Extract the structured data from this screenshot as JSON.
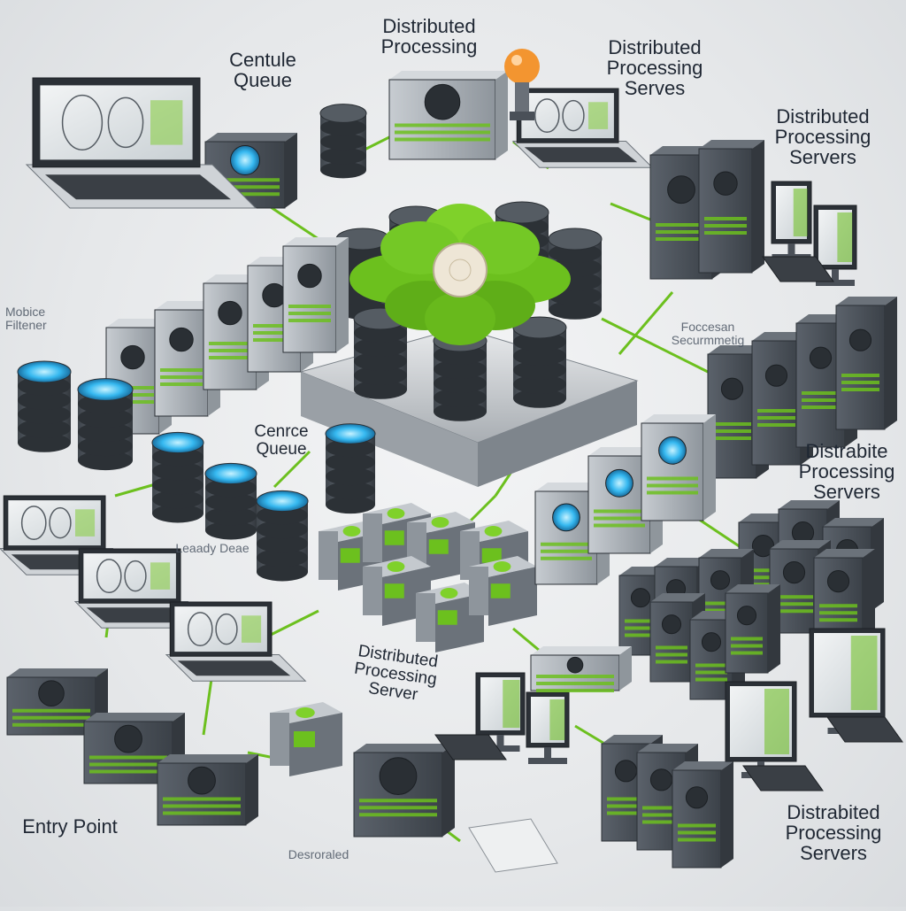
{
  "labels": {
    "top_distributed": "Distributed\nProcessing",
    "top_centule_queue": "Centule\nQueue",
    "top_distributed_serves": "Distributed\nProcessing\nServes",
    "right_distributed_servers_1": "Distributed\nProcessing\nServers",
    "left_faint": "Mobice\nFiltener",
    "mid_faint": "Foccesan\nSecurmmetig",
    "center_queue": "Cenrce\nQueue",
    "center_faint": "Leaady Deae",
    "right_distributed_servers_2": "Distrabite\nProcessing\nServers",
    "center_distributed_servers": "Distributed\nProcessing\nServer",
    "entry_point": "Entry Point",
    "bottom_faint": "Desroraled",
    "bottom_right_servers": "Distrabited\nProcessing\nServers"
  },
  "colors": {
    "accent_green": "#6cc01e",
    "accent_blue": "#35b8f0",
    "device_dark": "#4a5058",
    "device_light": "#b8bdc3"
  },
  "icons": [
    "laptop-icon",
    "server-icon",
    "database-stack-icon",
    "flower-hub-icon",
    "lightbulb-icon",
    "monitor-icon",
    "keyboard-icon",
    "printer-icon"
  ]
}
